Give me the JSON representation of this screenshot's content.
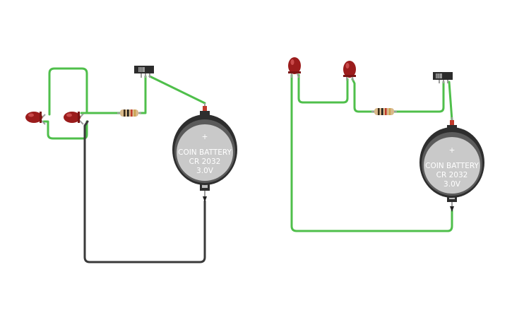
{
  "circuits": [
    {
      "battery": {
        "line1": "COIN BATTERY",
        "line2": "CR 2032",
        "line3": "3.0V",
        "plus": "+"
      }
    },
    {
      "battery": {
        "line1": "COIN BATTERY",
        "line2": "CR 2032",
        "line3": "3.0V",
        "plus": "+"
      }
    }
  ],
  "colors": {
    "wire_green": "#4fbf4b",
    "wire_dark": "#3a3a3a",
    "led_red": "#9b1c1c",
    "battery_body": "#2e2e2e",
    "battery_face": "#c9c9c9"
  }
}
